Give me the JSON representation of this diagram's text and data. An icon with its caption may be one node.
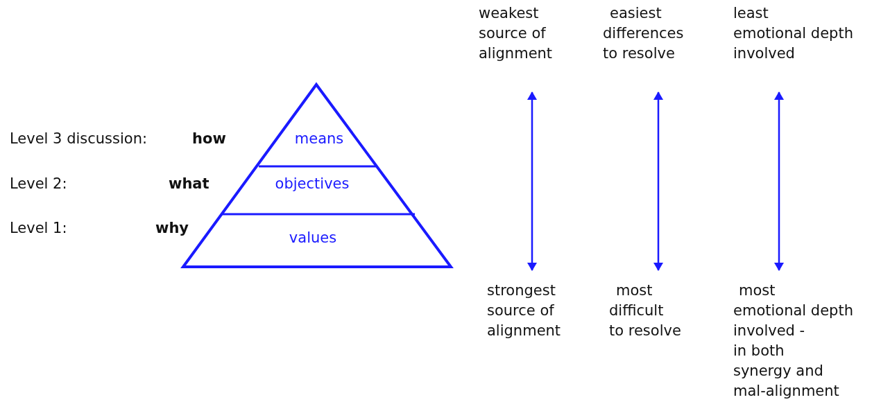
{
  "diagram": {
    "nodes": [
      {
        "text": [
          "means"
        ]
      },
      {
        "text": [
          "objectives"
        ]
      },
      {
        "text": [
          "values"
        ]
      },
      {
        "text": [
          "weakest source of alignment"
        ]
      },
      {
        "text": [
          "strongest source of alignment"
        ]
      },
      {
        "text": [
          "easiest differences to resolve"
        ]
      },
      {
        "text": [
          "most difficult to resolve"
        ]
      },
      {
        "text": [
          "least emotional depth involved"
        ]
      },
      {
        "text": [
          "most emotional depth involved - in both synergy and mal-alignment"
        ]
      }
    ],
    "edges": [
      {
        "from": 3,
        "to": 4,
        "arrow": "both"
      },
      {
        "from": 5,
        "to": 6,
        "arrow": "both"
      },
      {
        "from": 7,
        "to": 8,
        "arrow": "both"
      }
    ],
    "labels": [
      "Level 3 discussion:",
      "how",
      "Level 2:",
      "what",
      "Level 1:",
      "why"
    ]
  }
}
